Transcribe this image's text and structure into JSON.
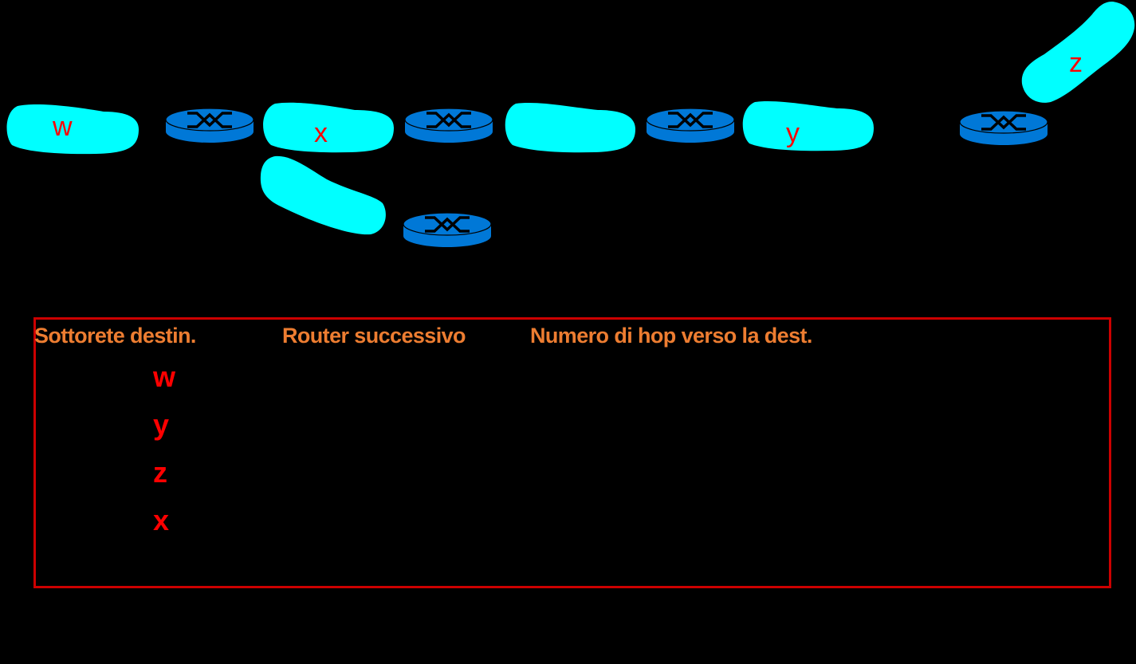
{
  "colors": {
    "background": "#000000",
    "subnet_fill": "#00ffff",
    "router_fill": "#0078d7",
    "router_glyph": "#000000",
    "subnet_label": "#ff0000",
    "table_border": "#cc0000",
    "table_header": "#ed7d31",
    "table_destination": "#ff0000"
  },
  "diagram": {
    "subnets": [
      {
        "id": "w",
        "label": "w"
      },
      {
        "id": "x",
        "label": "x"
      },
      {
        "id": "mid",
        "label": ""
      },
      {
        "id": "y",
        "label": "y"
      },
      {
        "id": "z",
        "label": "z"
      },
      {
        "id": "lower",
        "label": ""
      }
    ],
    "routers": [
      {
        "id": "A",
        "icon": "router-icon"
      },
      {
        "id": "B",
        "icon": "router-icon"
      },
      {
        "id": "C",
        "icon": "router-icon"
      },
      {
        "id": "D",
        "icon": "router-icon"
      },
      {
        "id": "E",
        "icon": "router-icon"
      }
    ]
  },
  "routing_table": {
    "headers": [
      "Sottorete destin.",
      "Router successivo",
      "Numero di hop verso la dest."
    ],
    "rows": [
      {
        "destination": "w",
        "next_router": "",
        "hops": ""
      },
      {
        "destination": "y",
        "next_router": "",
        "hops": ""
      },
      {
        "destination": "z",
        "next_router": "",
        "hops": ""
      },
      {
        "destination": "x",
        "next_router": "",
        "hops": ""
      }
    ]
  }
}
